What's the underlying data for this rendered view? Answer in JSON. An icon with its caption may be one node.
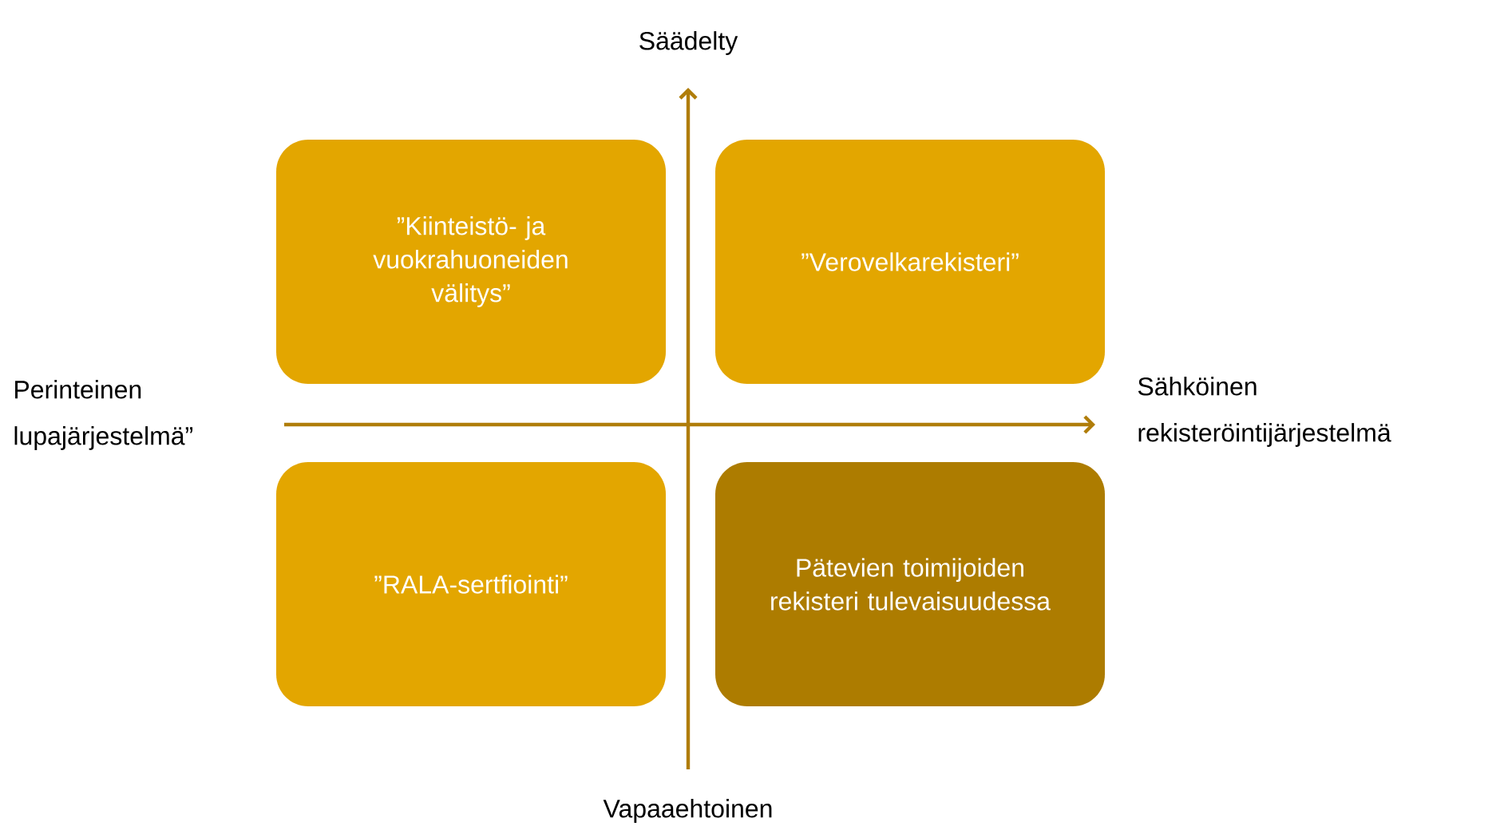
{
  "diagram": {
    "nodes": [
      {
        "text": [
          "”Kiinteistö- ja vuokrahuoneiden välitys”"
        ]
      },
      {
        "text": [
          "”Verovelkarekisteri”"
        ]
      },
      {
        "text": [
          "”RALA-sertfiointi”"
        ]
      },
      {
        "text": [
          "Pätevien toimijoiden rekisteri tulevaisuudessa"
        ]
      }
    ],
    "edges": [],
    "labels": [
      "Säädelty",
      "Perinteinen lupajärjestelmä”",
      "Sähköinen rekisteröintijärjestelmä",
      "Vapaaehtoinen"
    ]
  }
}
